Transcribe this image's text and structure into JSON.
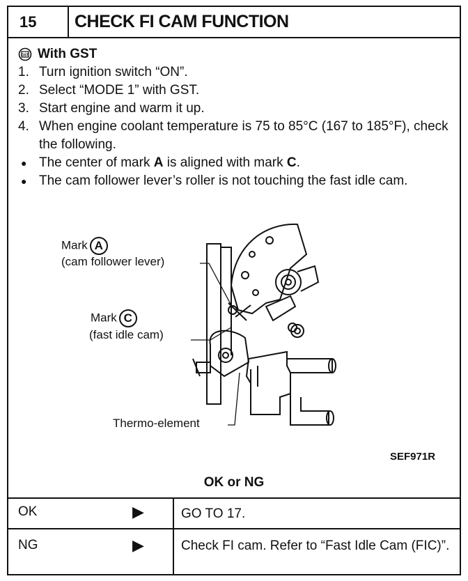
{
  "header": {
    "number": "15",
    "title": "CHECK FI CAM FUNCTION"
  },
  "gst": {
    "icon": "gst-icon",
    "label": "With GST"
  },
  "steps": [
    {
      "n": "1.",
      "text": "Turn ignition switch “ON”."
    },
    {
      "n": "2.",
      "text": "Select “MODE 1” with GST."
    },
    {
      "n": "3.",
      "text": "Start engine and warm it up."
    },
    {
      "n": "4.",
      "text": "When engine coolant temperature is 75 to 85°C (167 to 185°F), check the following."
    }
  ],
  "bullets": [
    {
      "pre": "The center of mark ",
      "a": "A",
      "mid": " is aligned with mark ",
      "c": "C",
      "post": "."
    },
    {
      "text": "The cam follower lever’s roller is not touching the fast idle cam."
    }
  ],
  "figure": {
    "mark_a": "Mark",
    "mark_a_letter": "A",
    "mark_a_desc": "(cam follower lever)",
    "mark_c": "Mark",
    "mark_c_letter": "C",
    "mark_c_desc": "(fast idle cam)",
    "thermo": "Thermo-element",
    "code": "SEF971R"
  },
  "result": {
    "title": "OK or NG",
    "rows": [
      {
        "status": "OK",
        "arrow": "▶",
        "action": "GO TO 17."
      },
      {
        "status": "NG",
        "arrow": "▶",
        "action": "Check FI cam. Refer to “Fast Idle Cam (FIC)”."
      }
    ]
  }
}
